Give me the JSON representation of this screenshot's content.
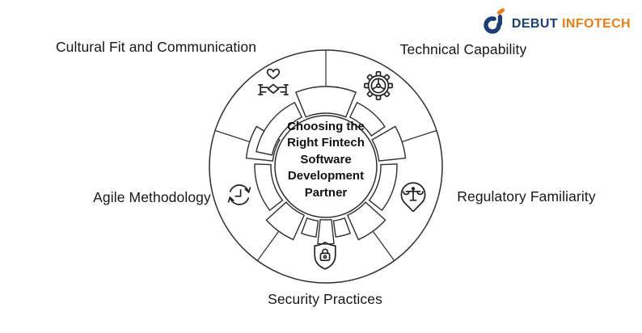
{
  "page": {
    "background": "#ffffff"
  },
  "logo": {
    "brand_primary": "DEBUT",
    "brand_secondary": "INFOTECH",
    "colors": {
      "primary_blue": "#1d3e73",
      "accent_orange": "#ee7d11"
    }
  },
  "diagram": {
    "type": "segmented-wheel",
    "stroke_color": "#2f2f2f",
    "center_title": "Choosing the Right Fintech Software Development Partner",
    "center_lines": [
      "Choosing the",
      "Right Fintech",
      "Software",
      "Development",
      "Partner"
    ],
    "segments": [
      {
        "label": "Cultural Fit and Communication",
        "icon": "handshake-heart-icon",
        "position": "top-left"
      },
      {
        "label": "Technical Capability",
        "icon": "gear-icon",
        "position": "top-right"
      },
      {
        "label": "Regulatory Familiarity",
        "icon": "scales-pin-icon",
        "position": "right"
      },
      {
        "label": "Security Practices",
        "icon": "shield-lock-icon",
        "position": "bottom"
      },
      {
        "label": "Agile Methodology",
        "icon": "cycle-clock-icon",
        "position": "left"
      }
    ]
  }
}
